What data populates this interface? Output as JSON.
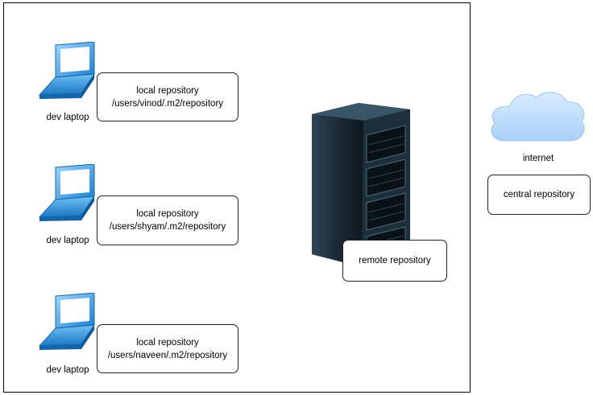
{
  "laptops": [
    {
      "label": "dev laptop",
      "repo_line1": "local repository",
      "repo_line2": "/users/vinod/.m2/repository"
    },
    {
      "label": "dev laptop",
      "repo_line1": "local repository",
      "repo_line2": "/users/shyam/.m2/repository"
    },
    {
      "label": "dev laptop",
      "repo_line1": "local repository",
      "repo_line2": "/users/naveen/.m2/repository"
    }
  ],
  "remote": {
    "label": "remote repository"
  },
  "internet": {
    "label": "internet",
    "central_label": "central repository"
  },
  "icons": {
    "laptop": "laptop-icon",
    "server": "server-rack-icon",
    "cloud": "cloud-icon"
  },
  "colors": {
    "laptop_blue": "#1e88d8",
    "server_dark": "#1c2b38",
    "cloud_blue": "#b9dcfa",
    "box_border": "#222222"
  }
}
